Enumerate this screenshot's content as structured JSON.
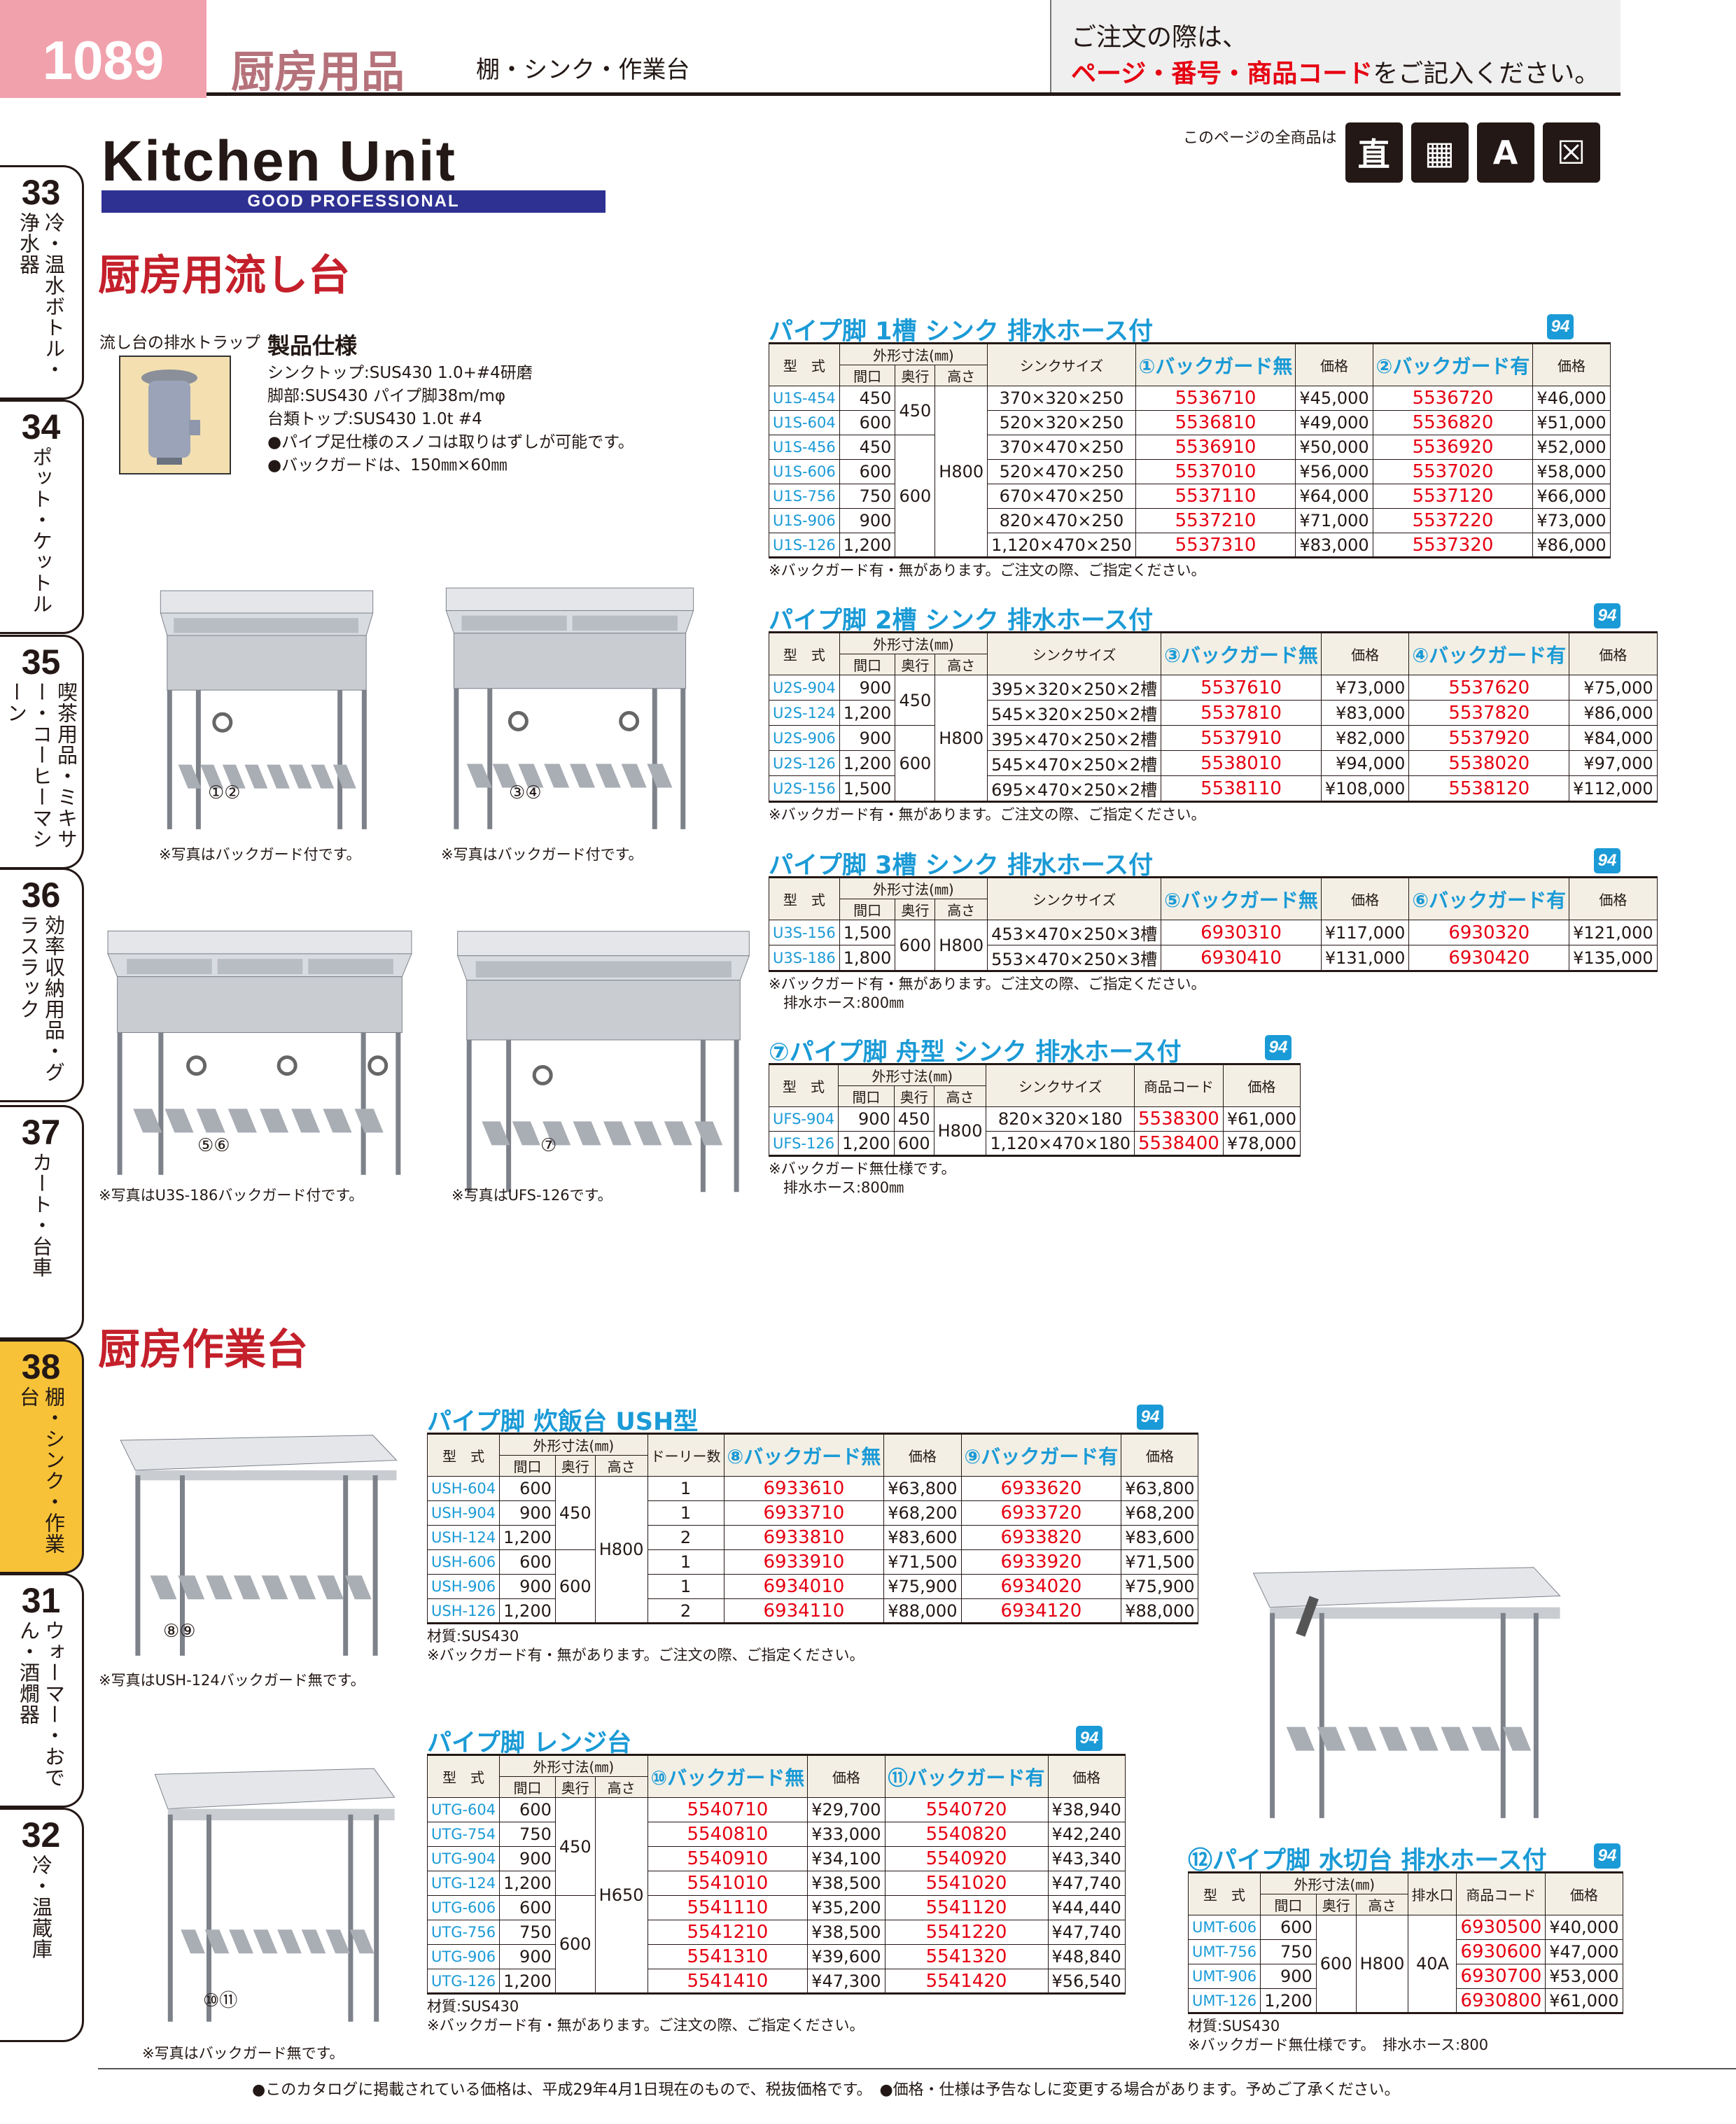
{
  "header": {
    "page": "1089",
    "category": "厨房用品",
    "subcategory": "棚・シンク・作業台",
    "order_note_1": "ご注文の際は、",
    "order_note_red": "ページ・番号・商品コード",
    "order_note_2": "をご記入ください。"
  },
  "logo": {
    "title": "Kitchen Unit",
    "tagline": "GOOD PROFESSIONAL"
  },
  "icons_label": "このページの全商品は",
  "icons": [
    {
      "name": "direct-delivery-icon",
      "glyph": "直"
    },
    {
      "name": "fax-order-icon",
      "glyph": "▦"
    },
    {
      "name": "delivery-truck-icon",
      "glyph": "A"
    },
    {
      "name": "no-return-icon",
      "glyph": "☒"
    }
  ],
  "tabs": [
    {
      "num": "33",
      "label": "冷・温水ボトル・浄水器"
    },
    {
      "num": "34",
      "label": "ポット・ケットル"
    },
    {
      "num": "35",
      "label": "喫茶用品・ミキサー・コーヒーマシーン"
    },
    {
      "num": "36",
      "label": "効率収納用品・グラスラック"
    },
    {
      "num": "37",
      "label": "カート・台車"
    },
    {
      "num": "38",
      "label": "棚・シンク・作業台"
    },
    {
      "num": "31",
      "label": "ウォーマー・おでん・酒燗器"
    },
    {
      "num": "32",
      "label": "冷・温蔵庫"
    }
  ],
  "sections": {
    "sink": "厨房用流し台",
    "worktable": "厨房作業台"
  },
  "trap": {
    "label": "流し台の排水トラップ"
  },
  "spec": {
    "title": "製品仕様",
    "lines": [
      "シンクトップ:SUS430 1.0+#4研磨",
      "脚部:SUS430 パイプ脚38m/mφ",
      "台類トップ:SUS430 1.0t #4",
      "●パイプ足仕様のスノコは取りはずしが可能です。",
      "●バックガードは、150㎜×60㎜"
    ]
  },
  "badge": "94",
  "photos": [
    {
      "label": "①②",
      "caption": "※写真はバックガード付です。"
    },
    {
      "label": "③④",
      "caption": "※写真はバックガード付です。"
    },
    {
      "label": "⑤⑥",
      "caption": "※写真はU3S-186バックガード付です。"
    },
    {
      "label": "⑦",
      "caption": "※写真はUFS-126です。"
    },
    {
      "label": "⑧⑨",
      "caption": "※写真はUSH-124バックガード無です。"
    },
    {
      "label": "⑩⑪",
      "caption": "※写真はバックガード無です。"
    }
  ],
  "table_head": {
    "model": "型　式",
    "dims": "外形寸法(㎜)",
    "dims_sub": [
      "間口",
      "奥行",
      "高さ"
    ]
  },
  "tables": {
    "t1": {
      "title": "パイプ脚 1槽 シンク 排水ホース付",
      "cols": [
        "シンクサイズ",
        "①バックガード無",
        "価格",
        "②バックガード有",
        "価格"
      ],
      "rows": [
        [
          "U1S-454",
          "450",
          "450",
          "H800",
          "370×320×250",
          "5536710",
          "¥45,000",
          "5536720",
          "¥46,000"
        ],
        [
          "U1S-604",
          "600",
          null,
          null,
          "520×320×250",
          "5536810",
          "¥49,000",
          "5536820",
          "¥51,000"
        ],
        [
          "U1S-456",
          "450",
          "600",
          null,
          "370×470×250",
          "5536910",
          "¥50,000",
          "5536920",
          "¥52,000"
        ],
        [
          "U1S-606",
          "600",
          null,
          null,
          "520×470×250",
          "5537010",
          "¥56,000",
          "5537020",
          "¥58,000"
        ],
        [
          "U1S-756",
          "750",
          null,
          null,
          "670×470×250",
          "5537110",
          "¥64,000",
          "5537120",
          "¥66,000"
        ],
        [
          "U1S-906",
          "900",
          null,
          null,
          "820×470×250",
          "5537210",
          "¥71,000",
          "5537220",
          "¥73,000"
        ],
        [
          "U1S-126",
          "1,200",
          null,
          null,
          "1,120×470×250",
          "5537310",
          "¥83,000",
          "5537320",
          "¥86,000"
        ]
      ],
      "notes": [
        "※バックガード有・無があります。ご注文の際、ご指定ください。"
      ]
    },
    "t2": {
      "title": "パイプ脚 2槽 シンク 排水ホース付",
      "cols": [
        "シンクサイズ",
        "③バックガード無",
        "価格",
        "④バックガード有",
        "価格"
      ],
      "rows": [
        [
          "U2S-904",
          "900",
          "450",
          "H800",
          "395×320×250×2槽",
          "5537610",
          "¥73,000",
          "5537620",
          "¥75,000"
        ],
        [
          "U2S-124",
          "1,200",
          null,
          null,
          "545×320×250×2槽",
          "5537810",
          "¥83,000",
          "5537820",
          "¥86,000"
        ],
        [
          "U2S-906",
          "900",
          "600",
          null,
          "395×470×250×2槽",
          "5537910",
          "¥82,000",
          "5537920",
          "¥84,000"
        ],
        [
          "U2S-126",
          "1,200",
          null,
          null,
          "545×470×250×2槽",
          "5538010",
          "¥94,000",
          "5538020",
          "¥97,000"
        ],
        [
          "U2S-156",
          "1,500",
          null,
          null,
          "695×470×250×2槽",
          "5538110",
          "¥108,000",
          "5538120",
          "¥112,000"
        ]
      ],
      "notes": [
        "※バックガード有・無があります。ご注文の際、ご指定ください。"
      ]
    },
    "t3": {
      "title": "パイプ脚 3槽 シンク 排水ホース付",
      "cols": [
        "シンクサイズ",
        "⑤バックガード無",
        "価格",
        "⑥バックガード有",
        "価格"
      ],
      "rows": [
        [
          "U3S-156",
          "1,500",
          "600",
          "H800",
          "453×470×250×3槽",
          "6930310",
          "¥117,000",
          "6930320",
          "¥121,000"
        ],
        [
          "U3S-186",
          "1,800",
          null,
          null,
          "553×470×250×3槽",
          "6930410",
          "¥131,000",
          "6930420",
          "¥135,000"
        ]
      ],
      "notes": [
        "※バックガード有・無があります。ご注文の際、ご指定ください。",
        "　排水ホース:800㎜"
      ]
    },
    "t7": {
      "title": "⑦パイプ脚 舟型 シンク 排水ホース付",
      "cols": [
        "シンクサイズ",
        "商品コード",
        "価格"
      ],
      "rows": [
        [
          "UFS-904",
          "900",
          "450",
          "H800",
          "820×320×180",
          "5538300",
          "¥61,000"
        ],
        [
          "UFS-126",
          "1,200",
          "600",
          null,
          "1,120×470×180",
          "5538400",
          "¥78,000"
        ]
      ],
      "notes": [
        "※バックガード無仕様です。",
        "　排水ホース:800㎜"
      ]
    },
    "ush": {
      "title": "パイプ脚 炊飯台 USH型",
      "cols": [
        "ドーリー数",
        "⑧バックガード無",
        "価格",
        "⑨バックガード有",
        "価格"
      ],
      "rows": [
        [
          "USH-604",
          "600",
          "450",
          "H800",
          "1",
          "6933610",
          "¥63,800",
          "6933620",
          "¥63,800"
        ],
        [
          "USH-904",
          "900",
          null,
          null,
          "1",
          "6933710",
          "¥68,200",
          "6933720",
          "¥68,200"
        ],
        [
          "USH-124",
          "1,200",
          null,
          null,
          "2",
          "6933810",
          "¥83,600",
          "6933820",
          "¥83,600"
        ],
        [
          "USH-606",
          "600",
          "600",
          null,
          "1",
          "6933910",
          "¥71,500",
          "6933920",
          "¥71,500"
        ],
        [
          "USH-906",
          "900",
          null,
          null,
          "1",
          "6934010",
          "¥75,900",
          "6934020",
          "¥75,900"
        ],
        [
          "USH-126",
          "1,200",
          null,
          null,
          "2",
          "6934110",
          "¥88,000",
          "6934120",
          "¥88,000"
        ]
      ],
      "notes": [
        "材質:SUS430",
        "※バックガード有・無があります。ご注文の際、ご指定ください。"
      ]
    },
    "utg": {
      "title": "パイプ脚 レンジ台",
      "cols": [
        "⑩バックガード無",
        "価格",
        "⑪バックガード有",
        "価格"
      ],
      "rows": [
        [
          "UTG-604",
          "600",
          "450",
          "H650",
          "5540710",
          "¥29,700",
          "5540720",
          "¥38,940"
        ],
        [
          "UTG-754",
          "750",
          null,
          null,
          "5540810",
          "¥33,000",
          "5540820",
          "¥42,240"
        ],
        [
          "UTG-904",
          "900",
          null,
          null,
          "5540910",
          "¥34,100",
          "5540920",
          "¥43,340"
        ],
        [
          "UTG-124",
          "1,200",
          null,
          null,
          "5541010",
          "¥38,500",
          "5541020",
          "¥47,740"
        ],
        [
          "UTG-606",
          "600",
          "600",
          null,
          "5541110",
          "¥35,200",
          "5541120",
          "¥44,440"
        ],
        [
          "UTG-756",
          "750",
          null,
          null,
          "5541210",
          "¥38,500",
          "5541220",
          "¥47,740"
        ],
        [
          "UTG-906",
          "900",
          null,
          null,
          "5541310",
          "¥39,600",
          "5541320",
          "¥48,840"
        ],
        [
          "UTG-126",
          "1,200",
          null,
          null,
          "5541410",
          "¥47,300",
          "5541420",
          "¥56,540"
        ]
      ],
      "notes": [
        "材質:SUS430",
        "※バックガード有・無があります。ご注文の際、ご指定ください。"
      ]
    },
    "umt": {
      "title": "⑫パイプ脚 水切台 排水ホース付",
      "cols": [
        "排水口",
        "商品コード",
        "価格"
      ],
      "rows": [
        [
          "UMT-606",
          "600",
          "600",
          "H800",
          "40A",
          "6930500",
          "¥40,000"
        ],
        [
          "UMT-756",
          "750",
          null,
          null,
          null,
          "6930600",
          "¥47,000"
        ],
        [
          "UMT-906",
          "900",
          null,
          null,
          null,
          "6930700",
          "¥53,000"
        ],
        [
          "UMT-126",
          "1,200",
          null,
          null,
          null,
          "6930800",
          "¥61,000"
        ]
      ],
      "notes": [
        "材質:SUS430",
        "※バックガード無仕様です。　排水ホース:800"
      ]
    }
  },
  "footer": "●このカタログに掲載されている価格は、平成29年4月1日現在のもので、税抜価格です。　●価格・仕様は予告なしに変更する場合があります。予めご了承ください。"
}
